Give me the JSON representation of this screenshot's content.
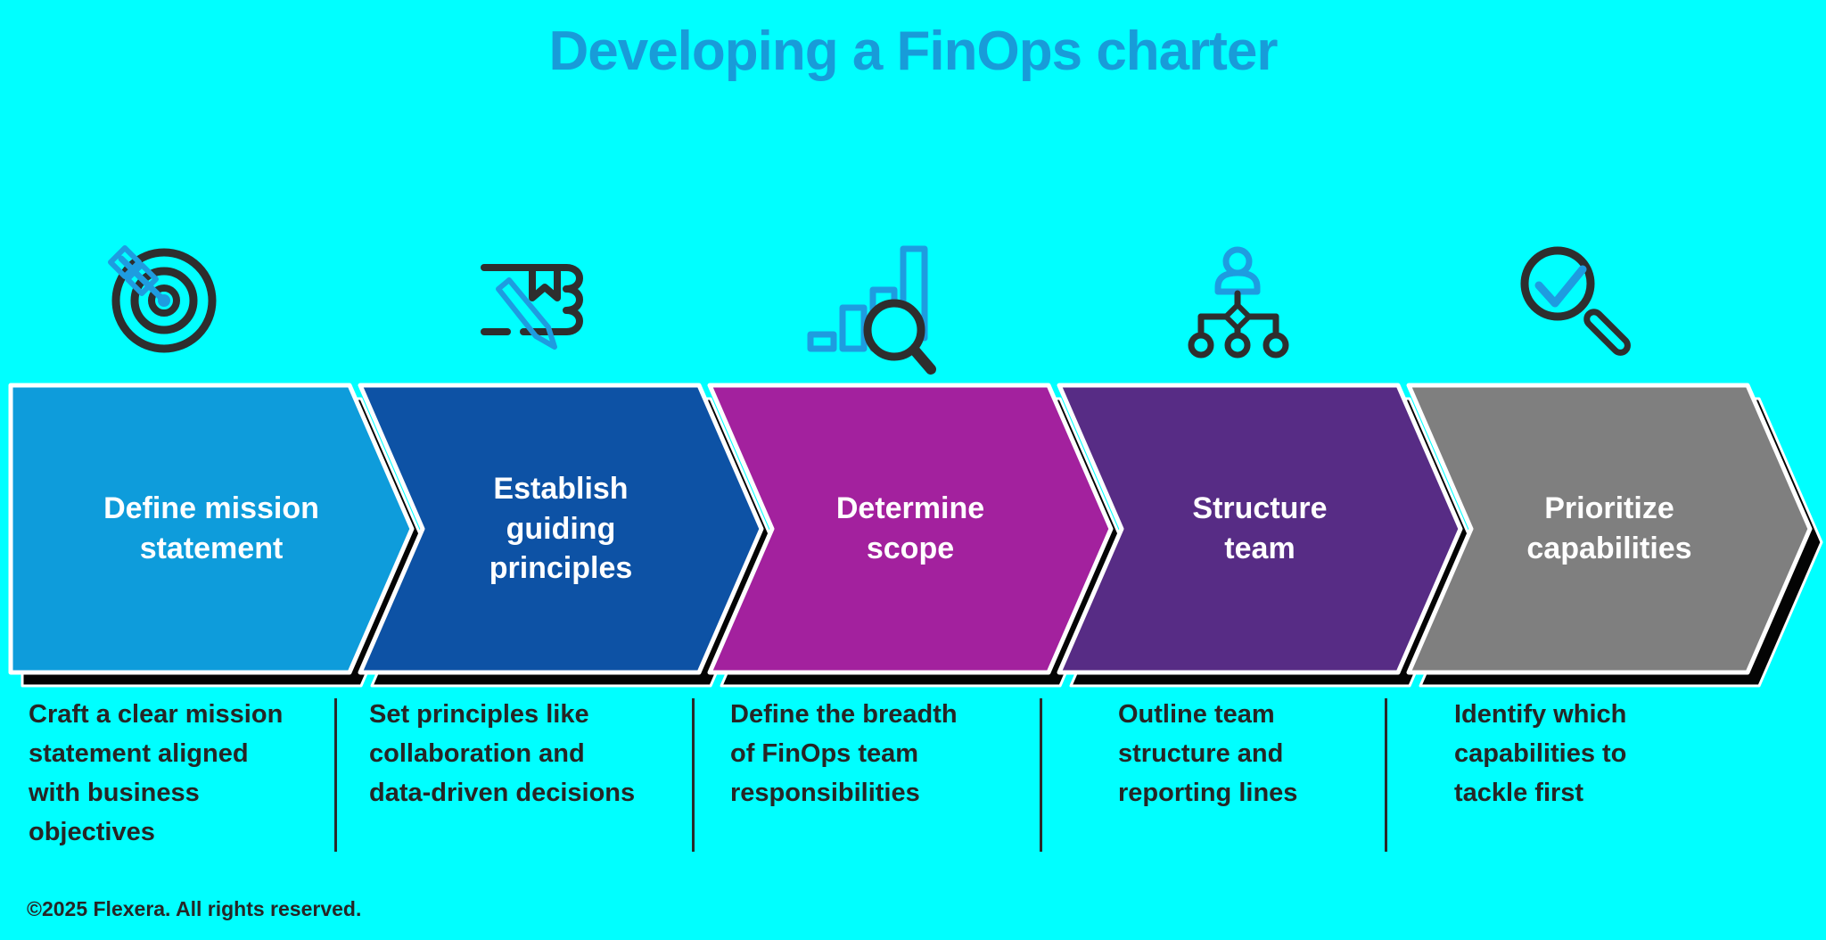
{
  "title": "Developing a FinOps charter",
  "footer": "©2025 Flexera. All rights reserved.",
  "colors": {
    "background": "#00FFFF",
    "title_text": "#189CD9",
    "label_text": "#FFFFFF",
    "description_text": "#262626",
    "shadow": "#040404",
    "outline": "#FFFFFF",
    "icon_dark": "#2E2E2E",
    "icon_blue": "#1E9CE0"
  },
  "steps": [
    {
      "label": "Define mission\nstatement",
      "description": "Craft a clear mission\nstatement aligned\nwith business\nobjectives",
      "color": "#0E9CDB",
      "icon": "target-arrow-icon"
    },
    {
      "label": "Establish\nguiding\nprinciples",
      "description": "Set principles like\ncollaboration and\ndata-driven decisions",
      "color": "#0D52A5",
      "icon": "book-pen-icon"
    },
    {
      "label": "Determine\nscope",
      "description": "Define the breadth\nof FinOps team\nresponsibilities",
      "color": "#A3219E",
      "icon": "bar-chart-magnifier-icon"
    },
    {
      "label": "Structure\nteam",
      "description": "Outline team\nstructure and\nreporting lines",
      "color": "#572C85",
      "icon": "org-chart-icon"
    },
    {
      "label": "Prioritize\ncapabilities",
      "description": "Identify which\ncapabilities to\ntackle first",
      "color": "#7F7F7F",
      "icon": "magnifier-check-icon"
    }
  ]
}
